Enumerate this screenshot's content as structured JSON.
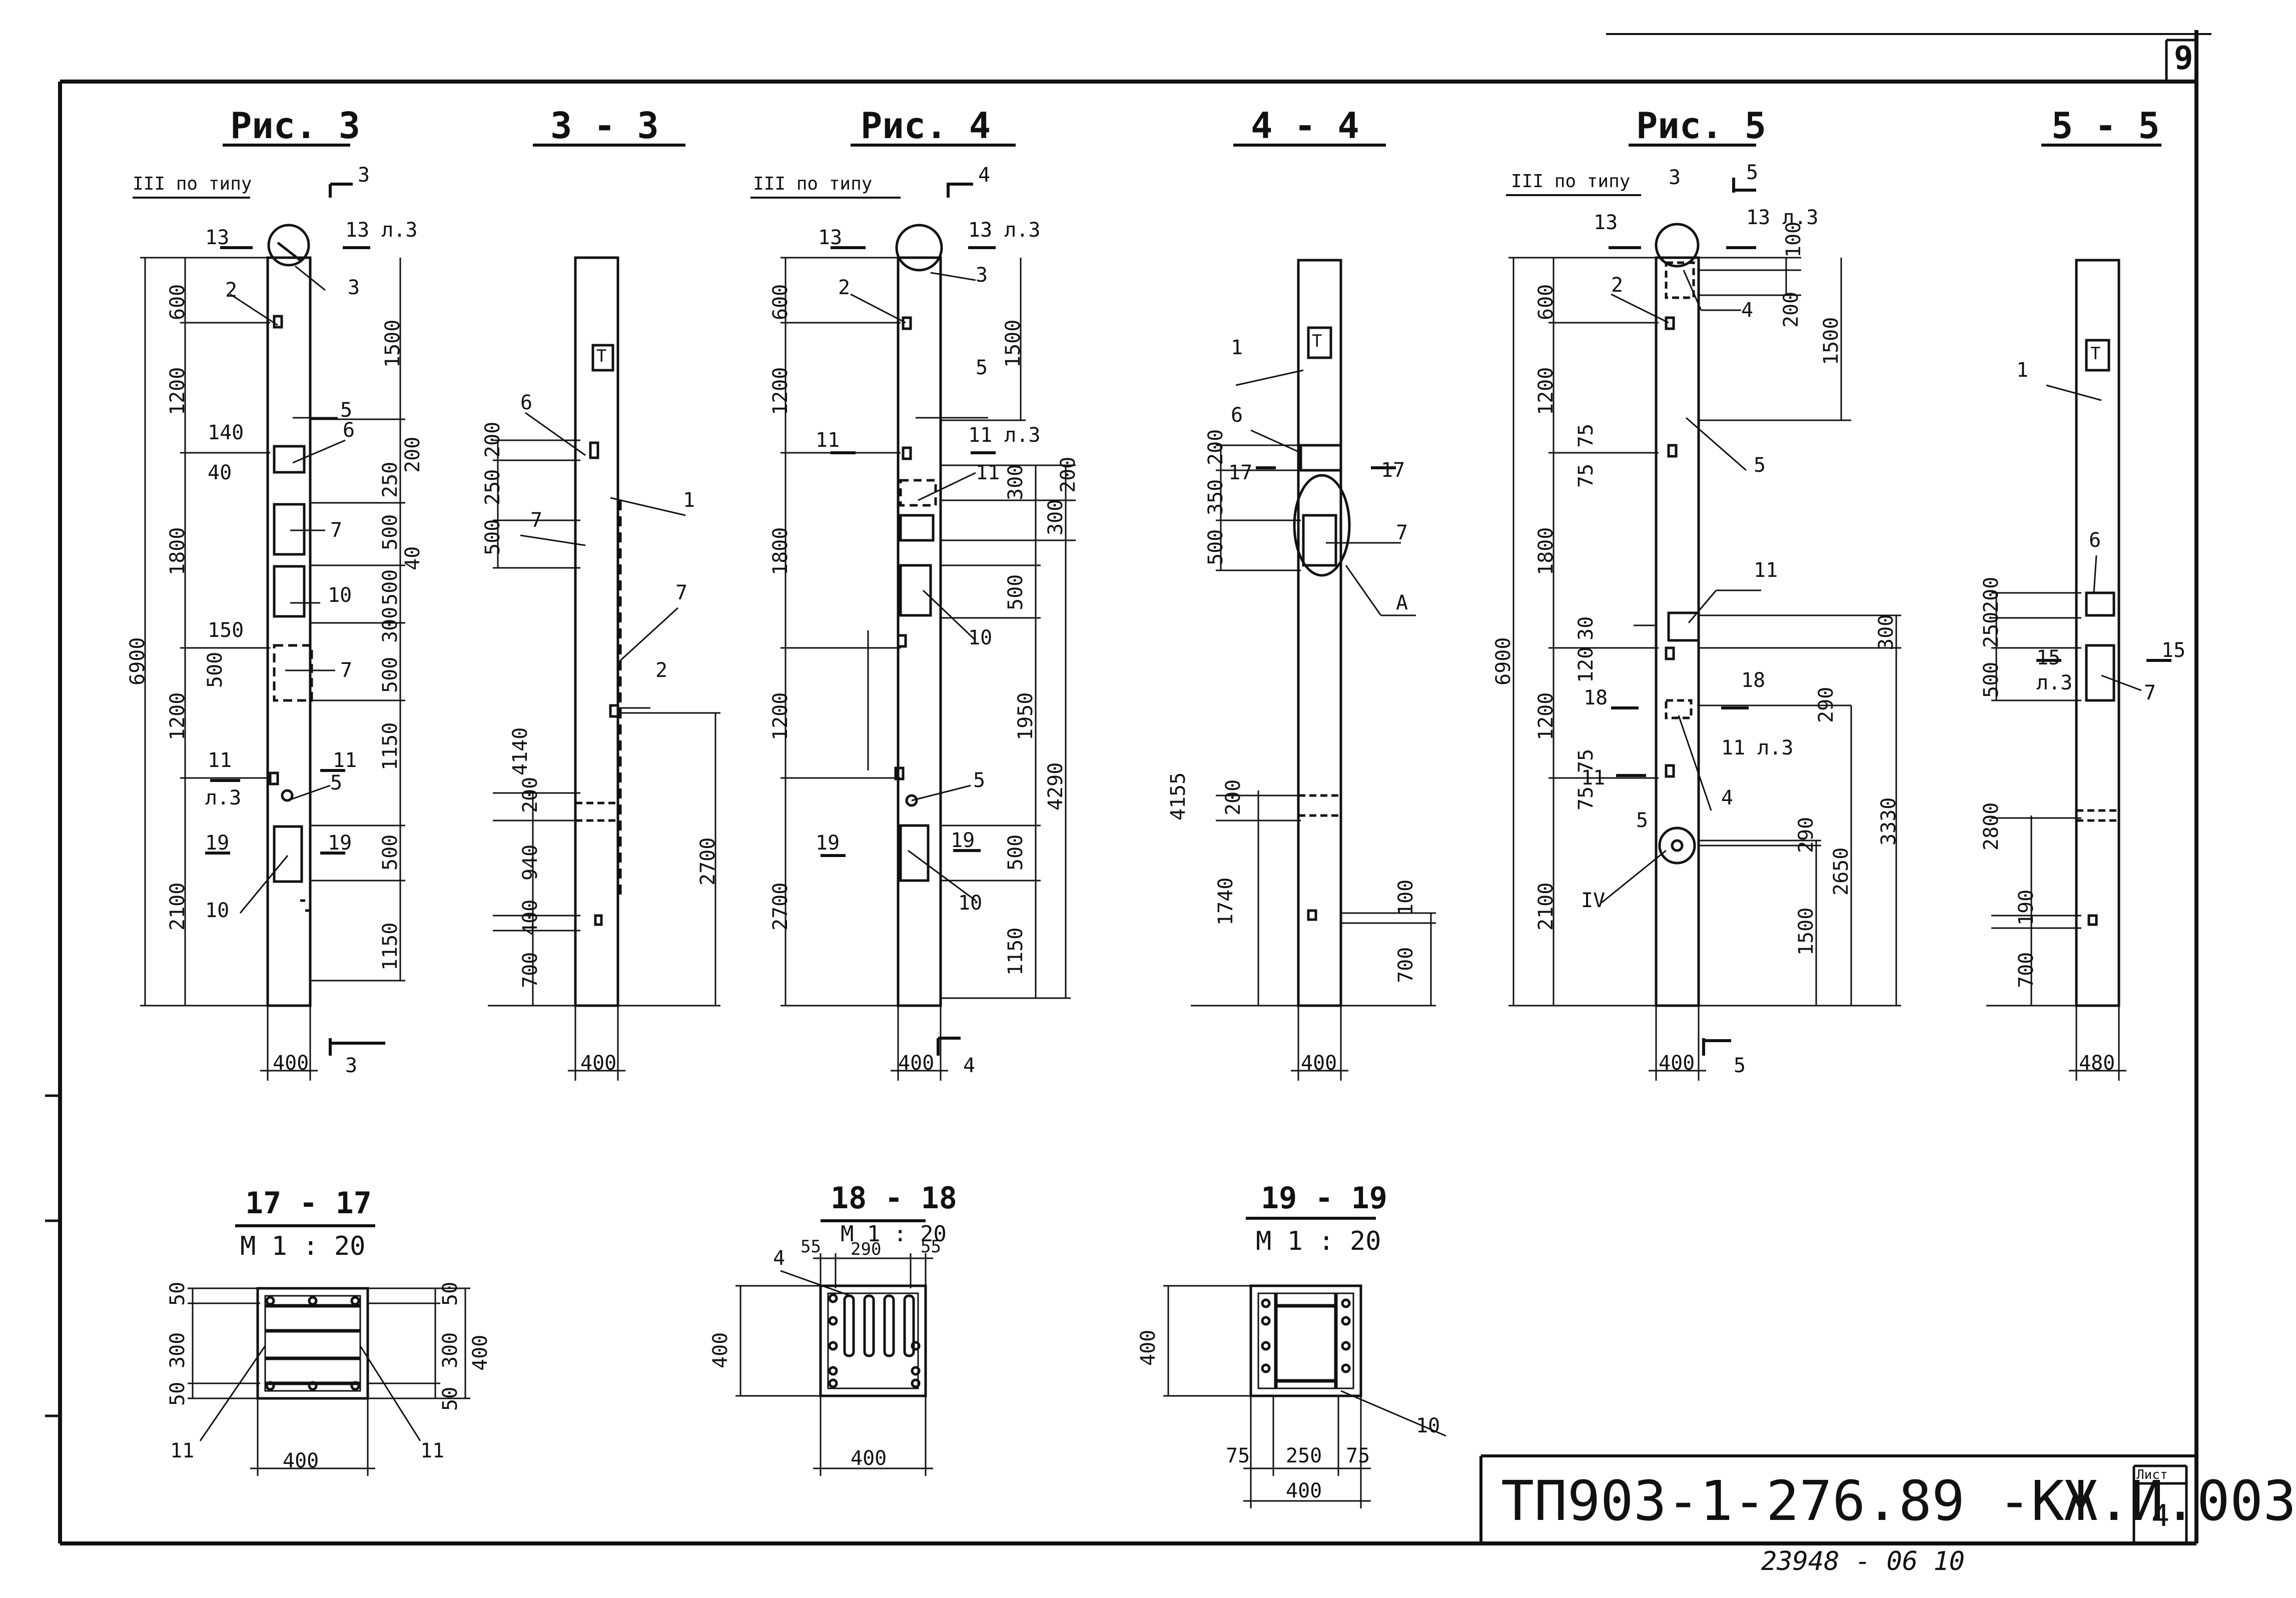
{
  "sheet_number_top": "9",
  "list_label": "Лист",
  "list_number": "4",
  "doc_code": "ТП903-1-276.89  -КЖ.И.003",
  "bottom_code": "23948 - 06  10",
  "views": {
    "ris3": {
      "title": "Рис. 3",
      "note": "III по типу"
    },
    "sec33": {
      "title": "3 - 3"
    },
    "ris4": {
      "title": "Рис. 4",
      "note": "III по типу"
    },
    "sec44": {
      "title": "4 - 4"
    },
    "ris5": {
      "title": "Рис. 5",
      "note": "III по типу"
    },
    "sec55": {
      "title": "5 - 5"
    }
  },
  "dims": {
    "r3_total": "6900",
    "r3_600": "600",
    "r3_1200a": "1200",
    "r3_1800": "1800",
    "r3_1200b": "1200",
    "r3_2100": "2100",
    "r3_1500": "1500",
    "r3_width": "400",
    "r3_140": "140",
    "r3_40": "40",
    "r3_150": "150",
    "r3_500": "500",
    "r3_r200": "200",
    "r3_r250": "250",
    "r3_r500a": "500",
    "r3_r500b": "500",
    "r3_r300": "300",
    "r3_r500c": "500",
    "r3_r1150a": "1150",
    "r3_r500d": "500",
    "r3_r1150b": "1150",
    "r3_r40": "40",
    "s33_200": "200",
    "s33_250": "250",
    "s33_500": "500",
    "s33_4140": "4140",
    "s33_200b": "200",
    "s33_940": "940",
    "s33_400": "400",
    "s33_700": "700",
    "s33_2700": "2700",
    "s33_width": "400",
    "r4_600": "600",
    "r4_1200a": "1200",
    "r4_1800": "1800",
    "r4_1200b": "1200",
    "r4_2700": "2700",
    "r4_1500": "1500",
    "r4_300": "300",
    "r4_200": "200",
    "r4_300b": "300",
    "r4_500": "500",
    "r4_1950": "1950",
    "r4_4290": "4290",
    "r4_500b": "500",
    "r4_1150": "1150",
    "r4_width": "400",
    "s44_200": "200",
    "s44_350": "350",
    "s44_500": "500",
    "s44_4155": "4155",
    "s44_200b": "200",
    "s44_1740": "1740",
    "s44_100": "100",
    "s44_700": "700",
    "s44_width": "400",
    "r5_6900": "6900",
    "r5_600": "600",
    "r5_1200a": "1200",
    "r5_1800": "1800",
    "r5_1200b": "1200",
    "r5_2100": "2100",
    "r5_75a": "75",
    "r5_75b": "75",
    "r5_30": "30",
    "r5_120": "120",
    "r5_75c": "75",
    "r5_75d": "75",
    "r5_100": "100",
    "r5_200": "200",
    "r5_1500": "1500",
    "r5_300": "300",
    "r5_290a": "290",
    "r5_290b": "290",
    "r5_2650": "2650",
    "r5_3330": "3330",
    "r5_1500b": "1500",
    "r5_width": "400",
    "s55_200": "200",
    "s55_250": "250",
    "s55_500": "500",
    "s55_2800": "2800",
    "s55_190": "190",
    "s55_700": "700",
    "s55_width": "480"
  },
  "markers": {
    "m1": "1",
    "m2": "2",
    "m3": "3",
    "m4": "4",
    "m5": "5",
    "m6": "6",
    "m7": "7",
    "m10": "10",
    "m11": "11",
    "m13": "13",
    "m13l3": "13 л.3",
    "m11l3": "11 л.3",
    "m15": "15",
    "m15l3": "15 л.3",
    "m17": "17",
    "m18": "18",
    "m19": "19",
    "mA": "А",
    "mIV": "IV",
    "ml3": "л.3",
    "mT": "Т"
  },
  "cross_sections": {
    "s1717": {
      "title": "17 - 17",
      "scale": "М 1 : 20",
      "d50a": "50",
      "d300": "300",
      "d50b": "50",
      "d50c": "50",
      "d300b": "300",
      "d50d": "50",
      "d400h": "400",
      "d400w": "400",
      "c11a": "11",
      "c11b": "11"
    },
    "s1818": {
      "title": "18 - 18",
      "scale": "М 1 : 20",
      "d55a": "55",
      "d290": "290",
      "d55b": "55",
      "d400h": "400",
      "d400w": "400",
      "c4": "4"
    },
    "s1919": {
      "title": "19 - 19",
      "scale": "М 1 : 20",
      "d400h": "400",
      "d75a": "75",
      "d250": "250",
      "d75b": "75",
      "d400w": "400",
      "c10": "10"
    }
  }
}
